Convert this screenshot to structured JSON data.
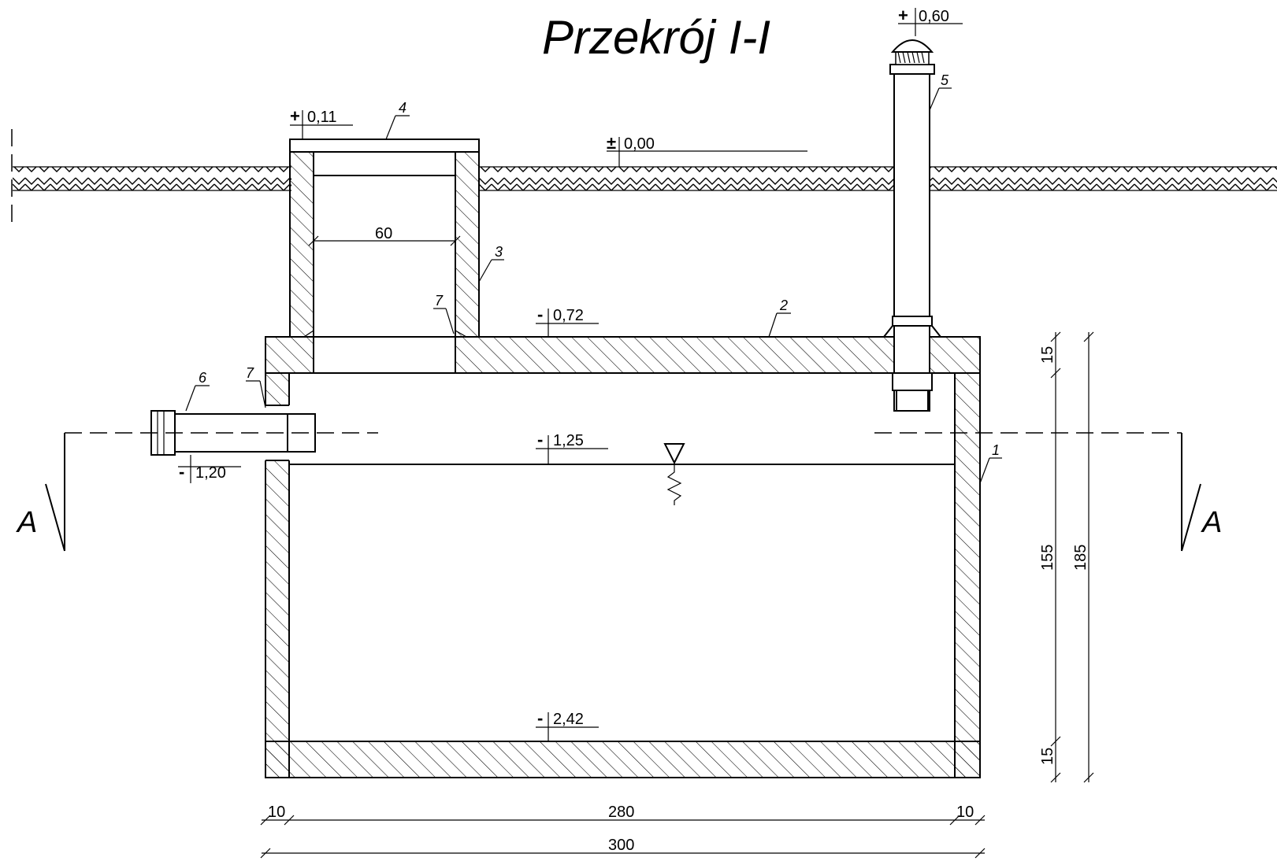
{
  "title": "Przekrój I-I",
  "levels": {
    "vent_top": {
      "sign": "+",
      "value": "0,60"
    },
    "cover_top": {
      "sign": "+",
      "value": "0,11"
    },
    "ground": {
      "sign": "±",
      "value": "0,00"
    },
    "slab_top": {
      "sign": "-",
      "value": "0,72"
    },
    "water": {
      "sign": "-",
      "value": "1,25"
    },
    "inlet": {
      "sign": "-",
      "value": "1,20"
    },
    "bottom": {
      "sign": "-",
      "value": "2,42"
    }
  },
  "callouts": [
    "1",
    "2",
    "3",
    "4",
    "5",
    "6",
    "7",
    "7"
  ],
  "dimensions": {
    "riser_inner": "60",
    "wall_left": "10",
    "inner_width": "280",
    "wall_right": "10",
    "total_width": "300",
    "slab": "15",
    "inner_height": "155",
    "base": "15",
    "total_height": "185"
  },
  "section_marks": {
    "left": "A",
    "right": "A"
  }
}
